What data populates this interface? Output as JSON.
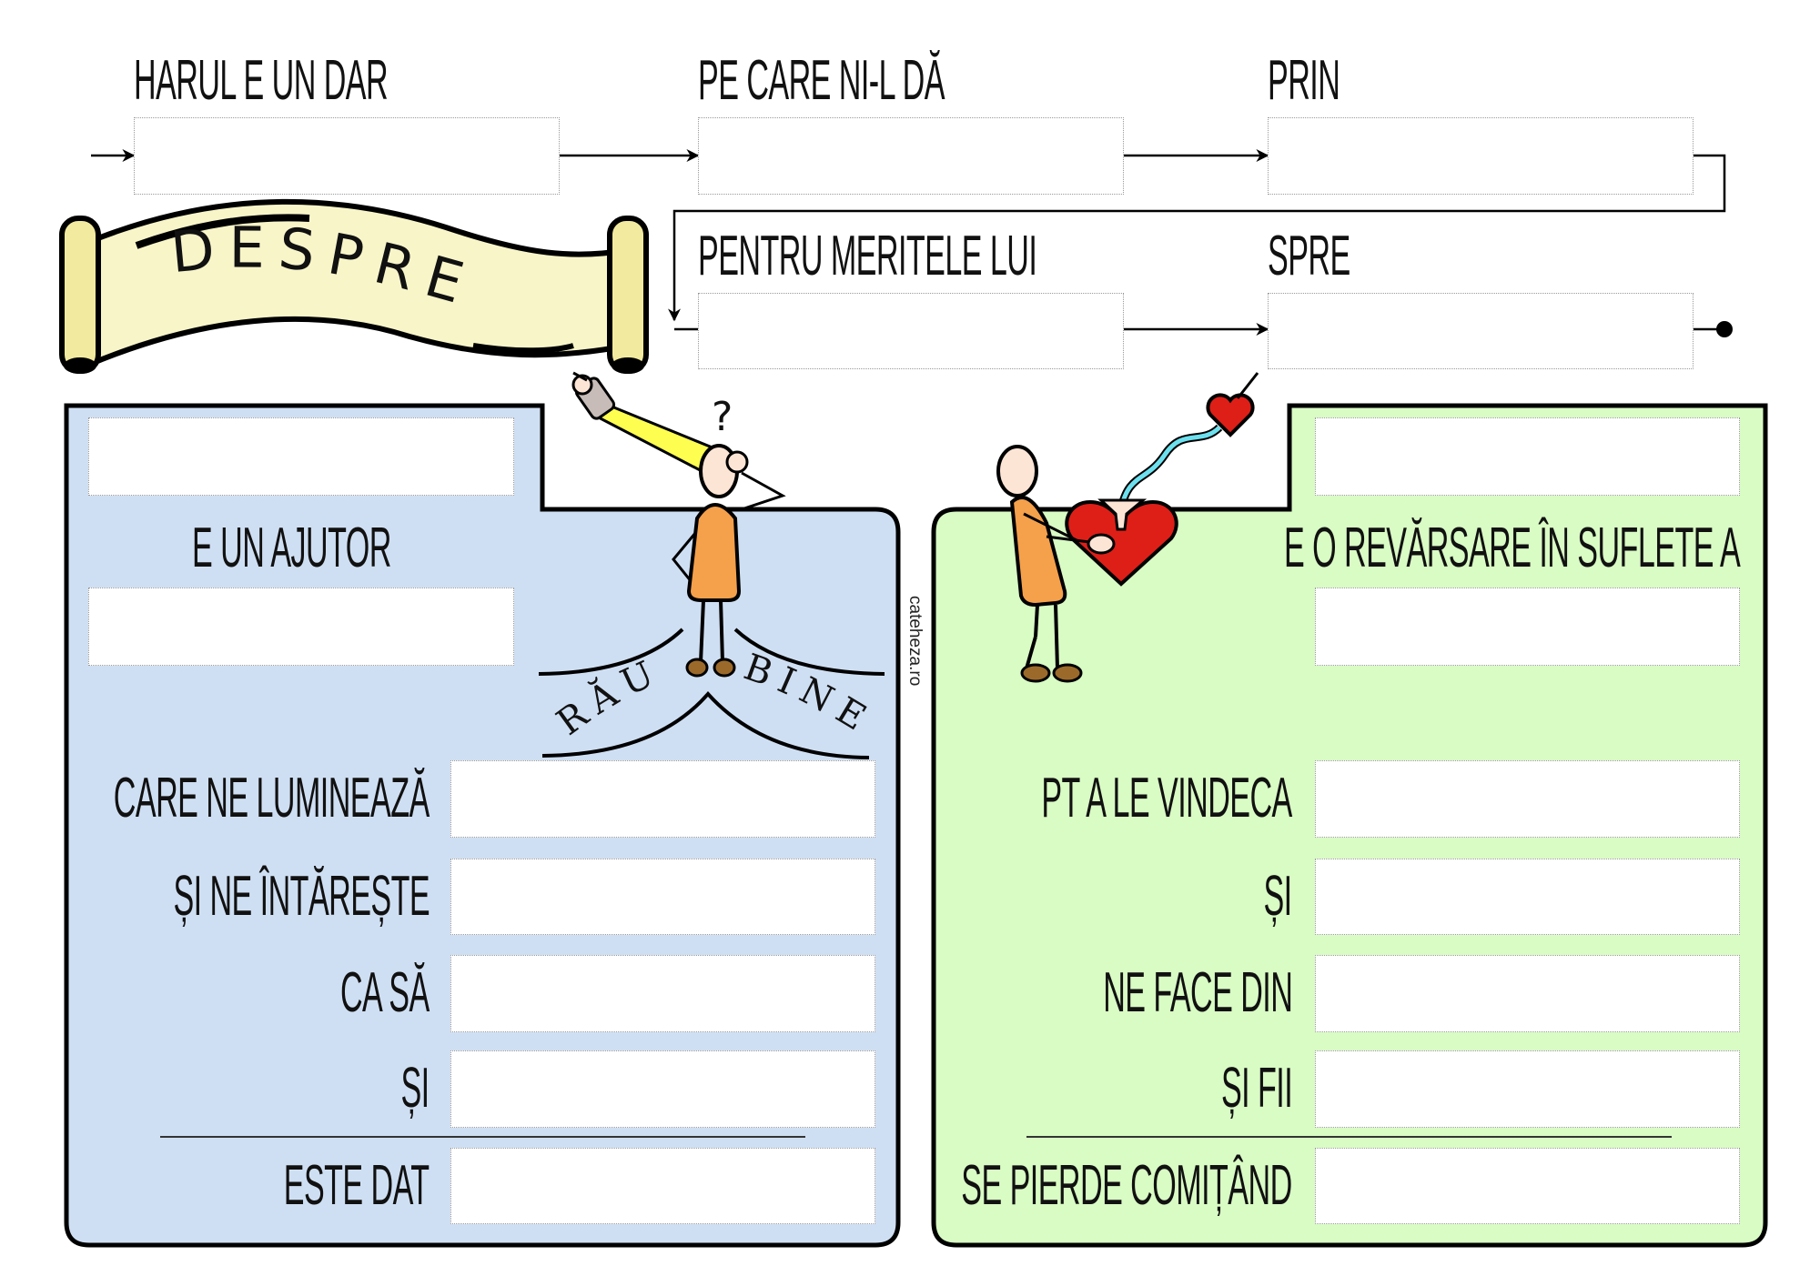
{
  "title": "DESPRE HAR",
  "top_flow": {
    "labels": [
      "HARUL E UN DAR",
      "PE CARE NI-L DĂ",
      "PRIN",
      "PENTRU MERITELE LUI",
      "SPRE"
    ]
  },
  "left_panel": {
    "middle_label": "E UN AJUTOR",
    "rows": [
      "CARE NE LUMINEAZĂ",
      "ȘI NE ÎNTĂREȘTE",
      "CA SĂ",
      "ȘI",
      "ESTE DAT"
    ],
    "bad_label": "RĂU",
    "good_label": "BINE",
    "question_mark": "?"
  },
  "right_panel": {
    "middle_label": "E O REVĂRSARE ÎN SUFLETE A",
    "rows": [
      "PT A LE VINDECA",
      "ȘI",
      "NE FACE DIN",
      "ȘI FII",
      "SE PIERDE COMIȚÂND"
    ]
  },
  "watermark": "cateheza.ro",
  "colors": {
    "left_panel": "#cfdff3",
    "right_panel": "#d9fbc4",
    "banner": "#f8f5c8",
    "body": "#f5a04b",
    "heart": "#dd1f18"
  }
}
